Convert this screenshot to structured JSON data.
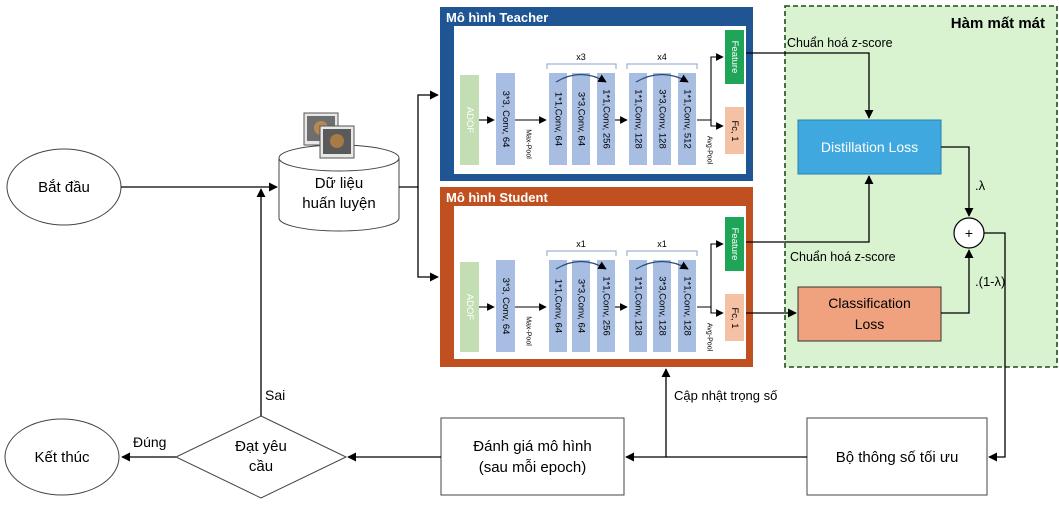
{
  "nodes": {
    "start": "Bắt đầu",
    "end": "Kết thúc",
    "data_line1": "Dữ liệu",
    "data_line2": "huấn luyện",
    "decision_line1": "Đạt yêu",
    "decision_line2": "cầu",
    "evaluate_line1": "Đánh giá mô hình",
    "evaluate_line2": "(sau mỗi epoch)",
    "optimizer": "Bộ thông số tối ưu"
  },
  "edges": {
    "yes": "Đúng",
    "no": "Sai",
    "update_weights": "Cập nhật trọng số",
    "znorm_teacher": "Chuẩn hoá z-score",
    "znorm_student": "Chuẩn hoá z-score",
    "lambda": ".λ",
    "one_minus_lambda": ".(1-λ)",
    "sum": "+"
  },
  "loss": {
    "title": "Hàm mất mát",
    "distillation": "Distillation Loss",
    "classification_line1": "Classification",
    "classification_line2": "Loss"
  },
  "teacher": {
    "title": "Mô hình Teacher",
    "adof": "ADOF",
    "conv1": "3*3, Conv, 64",
    "maxpool": "Max-Pool",
    "group1": [
      "1*1,Conv, 64",
      "3*3,Conv, 64",
      "1*1,Conv, 256"
    ],
    "repeat1": "x3",
    "group2": [
      "1*1,Conv, 128",
      "3*3,Conv, 128",
      "1*1,Conv, 512"
    ],
    "repeat2": "x4",
    "avgpool": "Avg-Pool",
    "feature": "Feature",
    "fc": "Fc, 1"
  },
  "student": {
    "title": "Mô hình Student",
    "adof": "ADOF",
    "conv1": "3*3, Conv, 64",
    "maxpool": "Max-Pool",
    "group1": [
      "1*1,Conv, 64",
      "3*3,Conv, 64",
      "1*1,Conv, 256"
    ],
    "repeat1": "x1",
    "group2": [
      "1*1,Conv, 128",
      "3*3,Conv, 128",
      "1*1,Conv, 128"
    ],
    "repeat2": "x1",
    "avgpool": "Avg-Pool",
    "feature": "Feature",
    "fc": "Fc, 1"
  },
  "colors": {
    "teacher": "#1f5592",
    "student": "#c0501f",
    "adof": "#c3deb2",
    "conv": "#a7bde1",
    "feature": "#1fa557",
    "fc": "#f5c1a4",
    "distillation": "#3fa8df",
    "classification": "#f0a27e",
    "loss_bg": "#d9f2d0"
  }
}
